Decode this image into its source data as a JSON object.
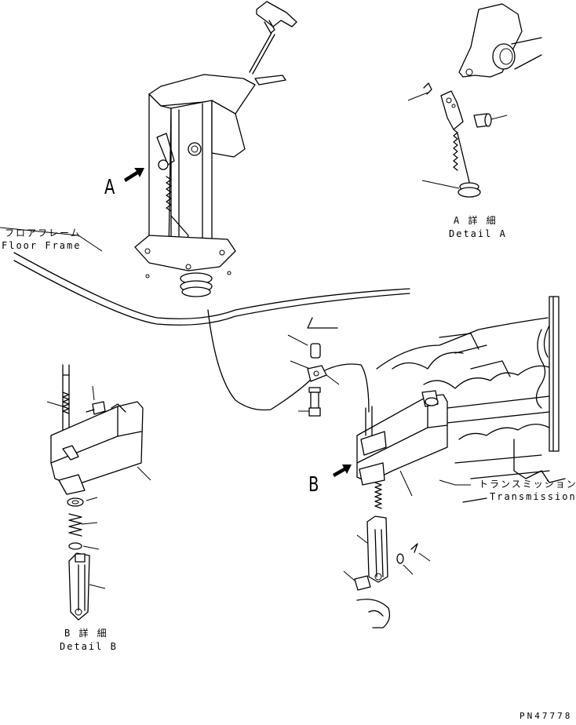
{
  "callouts": {
    "a": "A",
    "b": "B"
  },
  "labels": {
    "floor_frame_jp": "フロアフレーム",
    "floor_frame_en": "Floor Frame",
    "detail_a_jp": "A 詳 細",
    "detail_a_en": "Detail A",
    "detail_b_jp": "B 詳 細",
    "detail_b_en": "Detail B",
    "transmission_jp": "トランスミッション",
    "transmission_en": "Transmission"
  },
  "drawing_code": "PN47778"
}
